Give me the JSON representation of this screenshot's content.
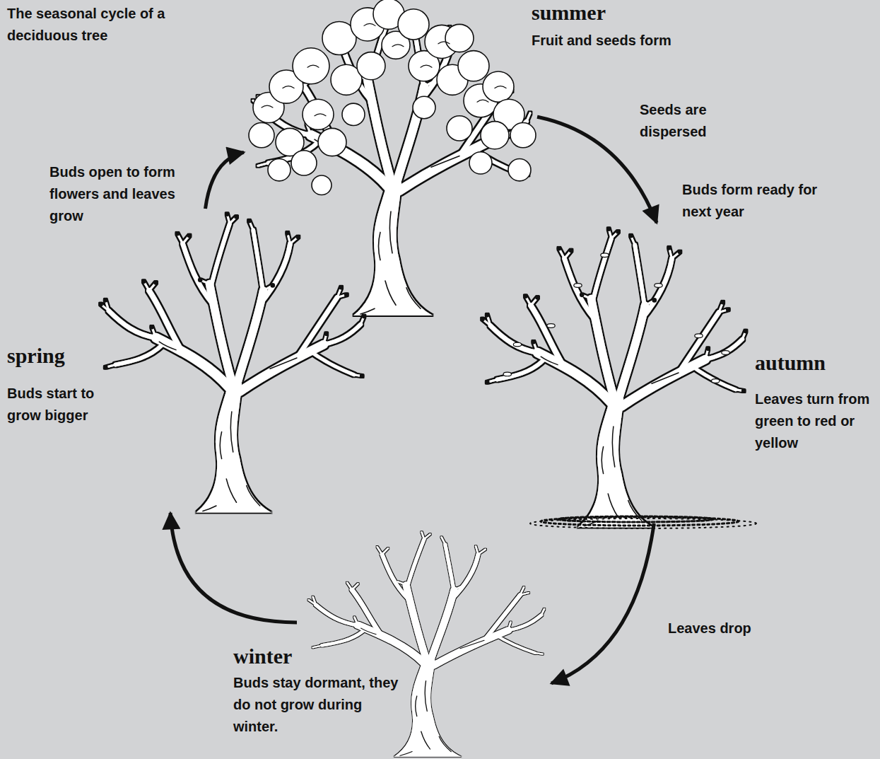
{
  "diagram": {
    "title": "The seasonal cycle of a deciduous tree",
    "nodes": [
      {
        "text": [
          "summer",
          "Fruit and seeds form"
        ]
      },
      {
        "text": [
          "spring",
          "Buds start to grow bigger"
        ]
      },
      {
        "text": [
          "autumn",
          "Leaves turn from green to red or yellow"
        ]
      },
      {
        "text": [
          "winter",
          "Buds stay dormant, they do not grow during winter."
        ]
      }
    ],
    "edges": [
      {
        "from": 1,
        "to": 0,
        "arrow": "to",
        "label": "Buds open to form flowers and leaves grow"
      },
      {
        "from": 0,
        "to": 2,
        "arrow": "to",
        "label": "Seeds are dispersed"
      },
      {
        "from": 2,
        "to": 3,
        "arrow": "to",
        "label": "Leaves drop"
      },
      {
        "from": 3,
        "to": 1,
        "arrow": "to"
      }
    ],
    "labels": [
      "Buds form ready for next year"
    ]
  }
}
